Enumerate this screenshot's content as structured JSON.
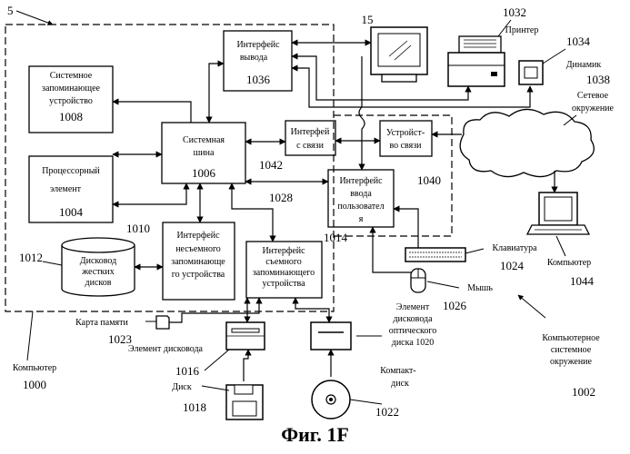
{
  "diagram": {
    "ref_main": "5",
    "system_memory": {
      "line1": "Системное",
      "line2": "запоминающее",
      "line3": "устройство",
      "num": "1008"
    },
    "processor": {
      "line1": "Процессорный",
      "line2": "элемент",
      "num": "1004"
    },
    "system_bus": {
      "line1": "Системная",
      "line2": "шина",
      "num": "1006"
    },
    "output_interface": {
      "line1": "Интерфейс",
      "line2": "вывода",
      "num": "1036"
    },
    "comm_interface": {
      "line1": "Интерфей",
      "line2": "с связи",
      "num": "1042"
    },
    "comm_device": {
      "line1": "Устройст-",
      "line2": "во связи",
      "num": "1040"
    },
    "user_input_interface": {
      "line1": "Интерфейс",
      "line2": "ввода",
      "line3": "пользовател",
      "line4": "я",
      "num": "1028"
    },
    "nonremovable_interface": {
      "line1": "Интерфейс",
      "line2": "несъемного",
      "line3": "запоминающе",
      "line4": "го устройства",
      "num": "1010"
    },
    "removable_interface": {
      "line1": "Интерфейс",
      "line2": "съемного",
      "line3": "запоминающего",
      "line4": "устройства",
      "num": "1014"
    },
    "hdd": {
      "line1": "Дисковод",
      "line2": "жестких",
      "line3": "дисков",
      "num": "1012"
    },
    "monitor": {
      "num": "15"
    },
    "printer": {
      "label": "Принтер",
      "num": "1032"
    },
    "speaker": {
      "label": "Динамик",
      "num": "1034"
    },
    "network": {
      "line1": "Сетевое",
      "line2": "окружение",
      "num": "1038"
    },
    "keyboard": {
      "label": "Клавиатура",
      "num": "1024"
    },
    "remote_computer": {
      "label": "Компьютер",
      "num": "1044"
    },
    "mouse": {
      "label": "Мышь",
      "num": "1026"
    },
    "optical_drive": {
      "line1": "Элемент",
      "line2": "дисковода",
      "line3": "оптического",
      "line4": "диска 1020"
    },
    "memory_card": {
      "label": "Карта памяти",
      "num": "1023"
    },
    "drive_element": {
      "label": "Элемент дисковода",
      "num": "1016"
    },
    "disk": {
      "label": "Диск",
      "num": "1018"
    },
    "compact_disk": {
      "line1": "Компакт-",
      "line2": "диск",
      "num": "1022"
    },
    "computer": {
      "label": "Компьютер",
      "num": "1000"
    },
    "computer_env": {
      "line1": "Компьютерное",
      "line2": "системное",
      "line3": "окружение",
      "num": "1002"
    }
  },
  "figure_caption": "Фиг. 1F"
}
